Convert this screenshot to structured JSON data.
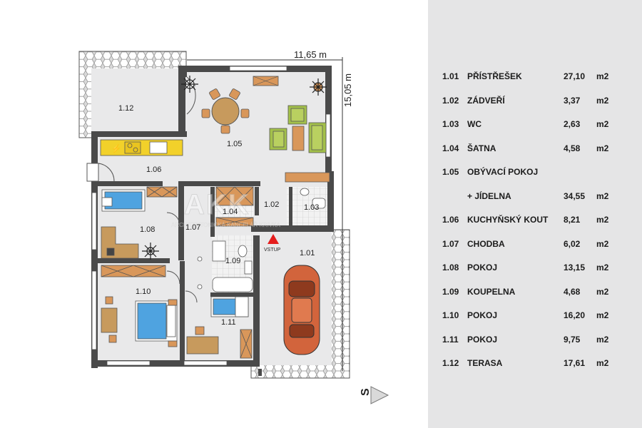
{
  "plan": {
    "width_label": "11,65 m",
    "depth_label": "15,05 m",
    "entry_label": "VSTUP",
    "north_label": "S",
    "logo_text": "AKK",
    "logo_subtitle": "ARCHITEKTONICKÁ KANCELÁŘ KRIVKA",
    "room_labels": {
      "r101": "1.01",
      "r102": "1.02",
      "r103": "1.03",
      "r104": "1.04",
      "r105": "1.05",
      "r106": "1.06",
      "r107": "1.07",
      "r108": "1.08",
      "r109": "1.09",
      "r110": "1.10",
      "r111": "1.11",
      "r112": "1.12"
    }
  },
  "rooms": [
    {
      "num": "1.01",
      "name": "PŘÍSTŘEŠEK",
      "area": "27,10",
      "unit": "m2"
    },
    {
      "num": "1.02",
      "name": "ZÁDVEŘÍ",
      "area": "3,37",
      "unit": "m2"
    },
    {
      "num": "1.03",
      "name": "WC",
      "area": "2,63",
      "unit": "m2"
    },
    {
      "num": "1.04",
      "name": "ŠATNA",
      "area": "4,58",
      "unit": "m2"
    },
    {
      "num": "1.05",
      "name": "OBÝVACÍ POKOJ",
      "area": "",
      "unit": ""
    },
    {
      "num": "",
      "name": "+ JÍDELNA",
      "area": "34,55",
      "unit": "m2"
    },
    {
      "num": "1.06",
      "name": "KUCHYŇSKÝ KOUT",
      "area": "8,21",
      "unit": "m2"
    },
    {
      "num": "1.07",
      "name": "CHODBA",
      "area": "6,02",
      "unit": "m2"
    },
    {
      "num": "1.08",
      "name": "POKOJ",
      "area": "13,15",
      "unit": "m2"
    },
    {
      "num": "1.09",
      "name": "KOUPELNA",
      "area": "4,68",
      "unit": "m2"
    },
    {
      "num": "1.10",
      "name": "POKOJ",
      "area": "16,20",
      "unit": "m2"
    },
    {
      "num": "1.11",
      "name": "POKOJ",
      "area": "9,75",
      "unit": "m2"
    },
    {
      "num": "1.12",
      "name": "TERASA",
      "area": "17,61",
      "unit": "m2"
    }
  ],
  "colors": {
    "wall": "#4a4a4a",
    "floor": "#e9e9ea",
    "paving": "#d6d6d6",
    "bed_blue": "#4fa3e0",
    "sofa_green": "#a3c04a",
    "wood": "#d9975a",
    "table_wood": "#c79a5d",
    "car_red": "#d2643c",
    "kitchen_yellow": "#f2d12a",
    "entry_red": "#e51d1d",
    "side_panel": "#e5e5e6"
  }
}
